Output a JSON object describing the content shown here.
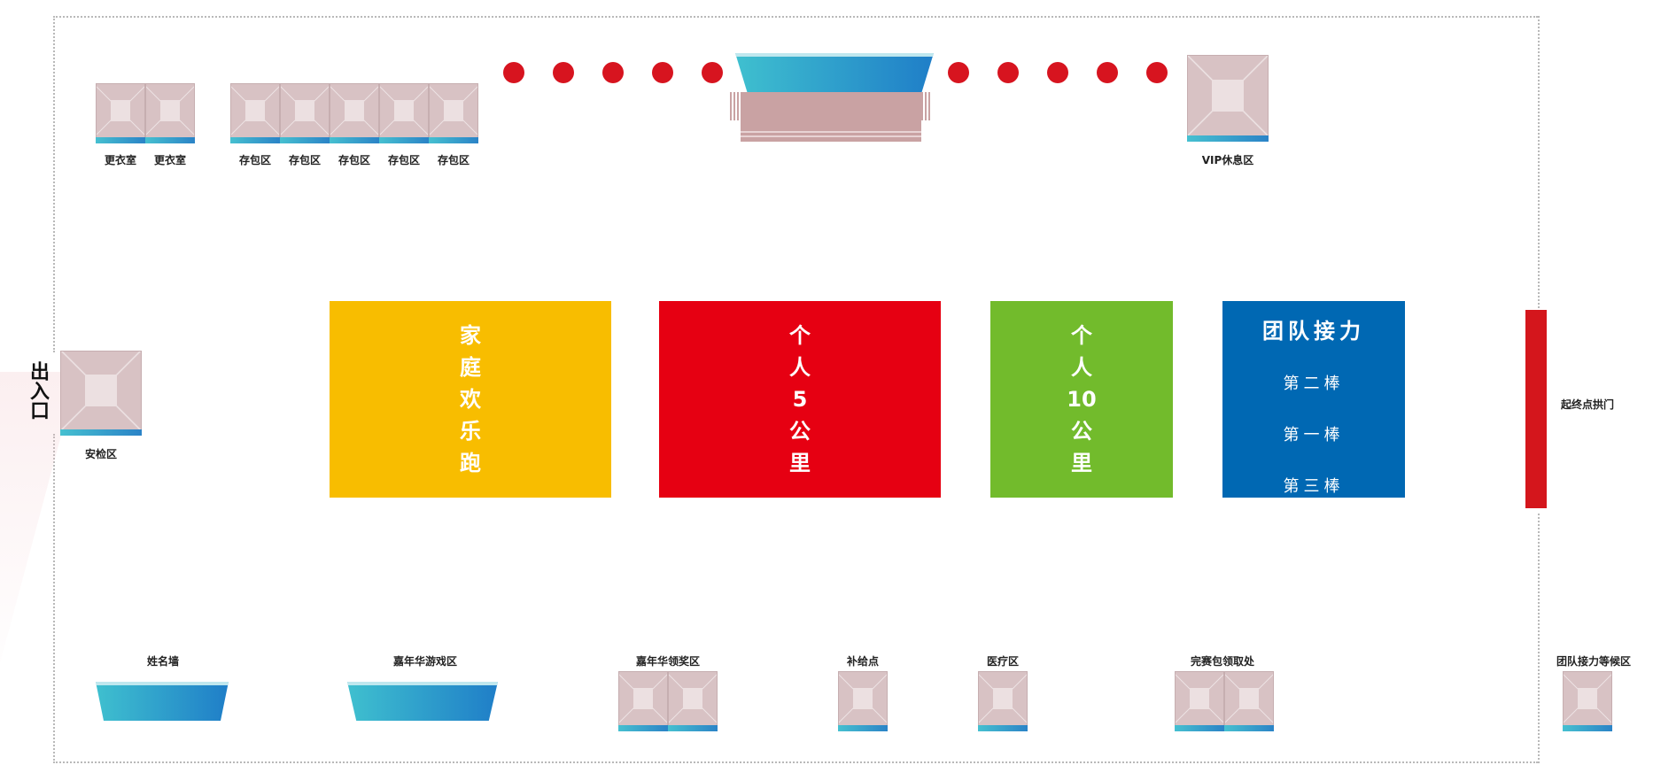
{
  "entrance": {
    "label": "出入口"
  },
  "security": {
    "label": "安检区"
  },
  "top_row": {
    "changing_rooms": [
      "更衣室",
      "更衣室"
    ],
    "bag_storage": [
      "存包区",
      "存包区",
      "存包区",
      "存包区",
      "存包区"
    ],
    "vip": "VIP休息区"
  },
  "race_zones": {
    "family": {
      "chars": [
        "家",
        "庭",
        "欢",
        "乐",
        "跑"
      ],
      "color": "#f8bd00"
    },
    "individual_5k": {
      "chars": [
        "个",
        "人",
        "5",
        "公",
        "里"
      ],
      "color": "#e60012"
    },
    "individual_10k": {
      "chars": [
        "个",
        "人",
        "10",
        "公",
        "里"
      ],
      "color": "#72bb2c"
    },
    "team_relay": {
      "title": "团队接力",
      "legs": [
        "第二棒",
        "第一棒",
        "第三棒"
      ],
      "color": "#0068b3"
    }
  },
  "arch": {
    "label": "起终点拱门",
    "color": "#d4161c"
  },
  "bottom_row": {
    "name_wall": "姓名墙",
    "carnival_games": "嘉年华游戏区",
    "carnival_prizes": "嘉年华领奖区",
    "supply": "补给点",
    "medical": "医疗区",
    "finisher_pack": "完赛包领取处",
    "relay_waiting": "团队接力等候区"
  }
}
